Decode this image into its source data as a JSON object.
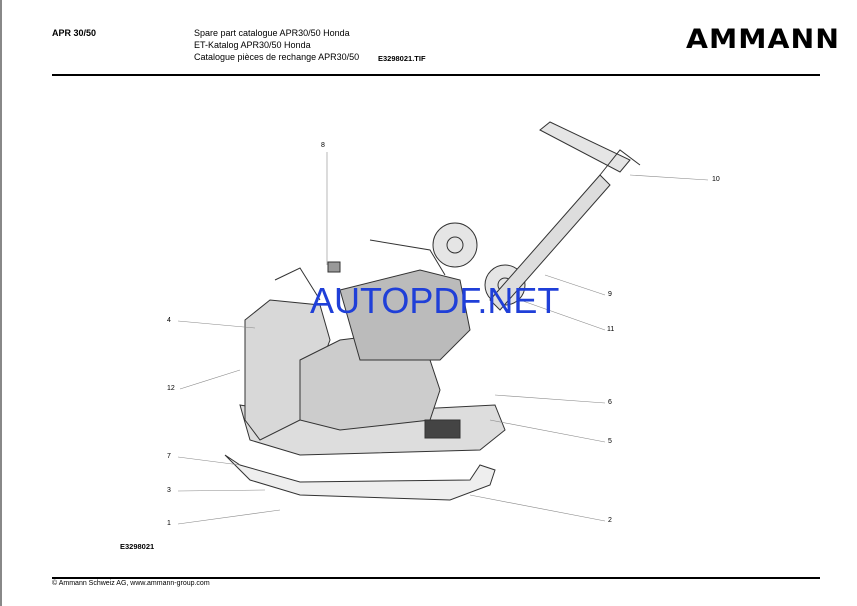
{
  "header": {
    "model": "APR 30/50",
    "title_en": "Spare part catalogue APR30/50 Honda",
    "title_de": "ET-Katalog APR30/50 Honda",
    "title_fr": "Catalogue pièces de rechange APR30/50",
    "image_file": "E3298021.TIF",
    "logo": "AMMANN"
  },
  "drawing": {
    "id": "E3298021",
    "callouts": [
      "8",
      "10",
      "9",
      "11",
      "6",
      "5",
      "2",
      "4",
      "12",
      "7",
      "3",
      "1"
    ]
  },
  "watermark": "AUTOPDF.NET",
  "footer": {
    "copyright": "© Ammann Schweiz AG, www.ammann-group.com"
  }
}
